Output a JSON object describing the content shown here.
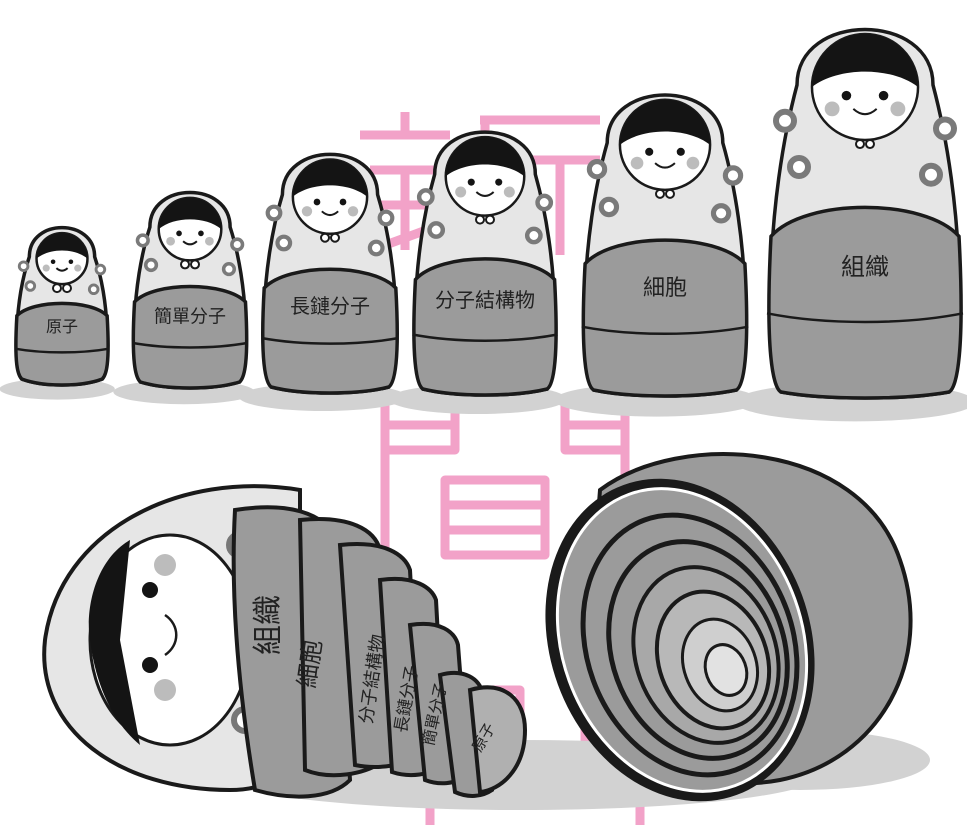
{
  "colors": {
    "outline": "#1a1a1a",
    "body_gray": "#9b9b9b",
    "light_gray": "#e6e6e6",
    "cheek": "#bcbcbc",
    "hair": "#141414",
    "shadow": "#d2d2d2",
    "watermark": "#e8559a"
  },
  "dolls": [
    {
      "label": "原子"
    },
    {
      "label": "簡單分子"
    },
    {
      "label": "長鏈分子"
    },
    {
      "label": "分子結構物"
    },
    {
      "label": "細胞"
    },
    {
      "label": "組織"
    }
  ],
  "nested_labels": [
    "組織",
    "細胞",
    "分子結構物",
    "長鏈分子",
    "簡單分子",
    "原子"
  ],
  "watermark": {
    "text": "新聞",
    "description": "decorative pink seal-style watermark characters behind the dolls"
  }
}
